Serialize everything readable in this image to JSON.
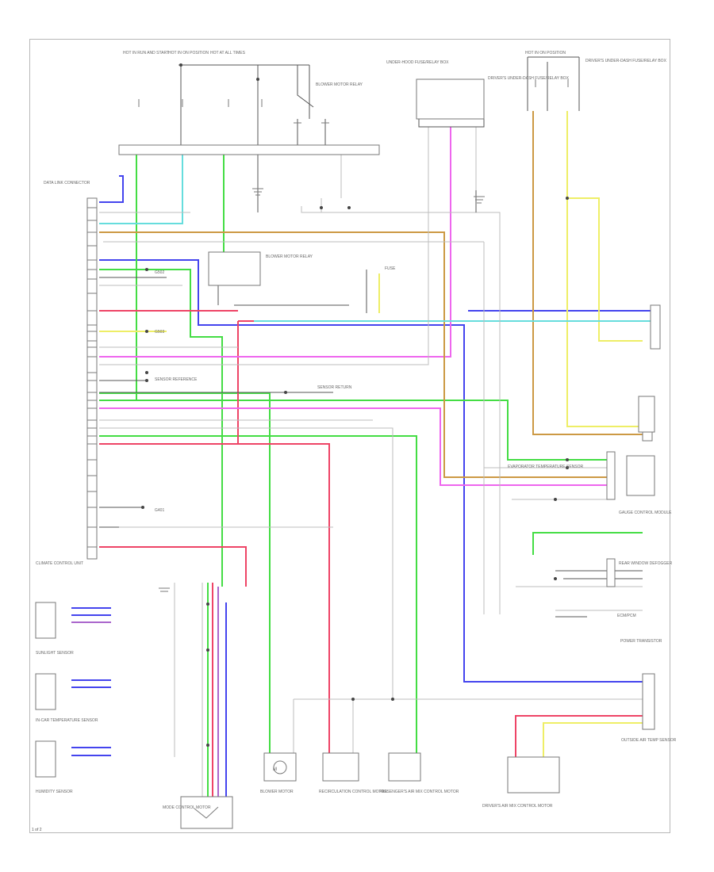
{
  "page": {
    "label": "1 of 2"
  },
  "labels": {
    "hot_run_start": "HOT IN RUN AND START",
    "hot_on": "HOT IN ON POSITION",
    "hot_at_all": "HOT AT ALL TIMES",
    "underhood_fuse_box": "UNDER-HOOD FUSE/RELAY BOX",
    "blower_relay": "BLOWER MOTOR RELAY",
    "driver_dash_fuse": "DRIVER'S UNDER-DASH FUSE/RELAY BOX",
    "climate_unit": "CLIMATE CONTROL UNIT",
    "recirc_control": "RECIRCULATION CONTROL MOTOR",
    "blower_motor": "BLOWER MOTOR",
    "evap_sensor": "EVAPORATOR TEMPERATURE SENSOR",
    "ambient_sensor": "OUTSIDE AIR TEMP SENSOR",
    "gauge_control": "GAUGE CONTROL MODULE",
    "g502": "G502",
    "g503": "G503",
    "g401": "G401",
    "sensor_ref": "SENSOR REFERENCE",
    "sensor_ret": "SENSOR RETURN",
    "data_link": "DATA LINK CONNECTOR",
    "ecm_pcm": "ECM/PCM",
    "sunlight_sensor": "SUNLIGHT SENSOR",
    "passenger_air_mix": "PASSENGER'S AIR MIX CONTROL MOTOR",
    "mode_motor": "MODE CONTROL MOTOR",
    "driver_air_mix": "DRIVER'S AIR MIX CONTROL MOTOR",
    "in_car_sensor": "IN-CAR TEMPERATURE SENSOR",
    "power_transistor": "POWER TRANSISTOR",
    "humidity_sensor": "HUMIDITY SENSOR",
    "rear_window_defogger": "REAR WINDOW DEFOGGER",
    "fuse_label": "FUSE"
  },
  "colors": {
    "blue": "#4444ee",
    "green": "#44dd44",
    "red": "#ee4466",
    "orange": "#cc9944",
    "yellow": "#eeee66",
    "cyan": "#66dddd",
    "pink": "#ee66ee",
    "gray": "#bdbdbd",
    "dark": "#6d6d6d"
  },
  "icons": [
    "ground-symbol",
    "connector-dot",
    "motor-symbol",
    "fuse-symbol"
  ]
}
